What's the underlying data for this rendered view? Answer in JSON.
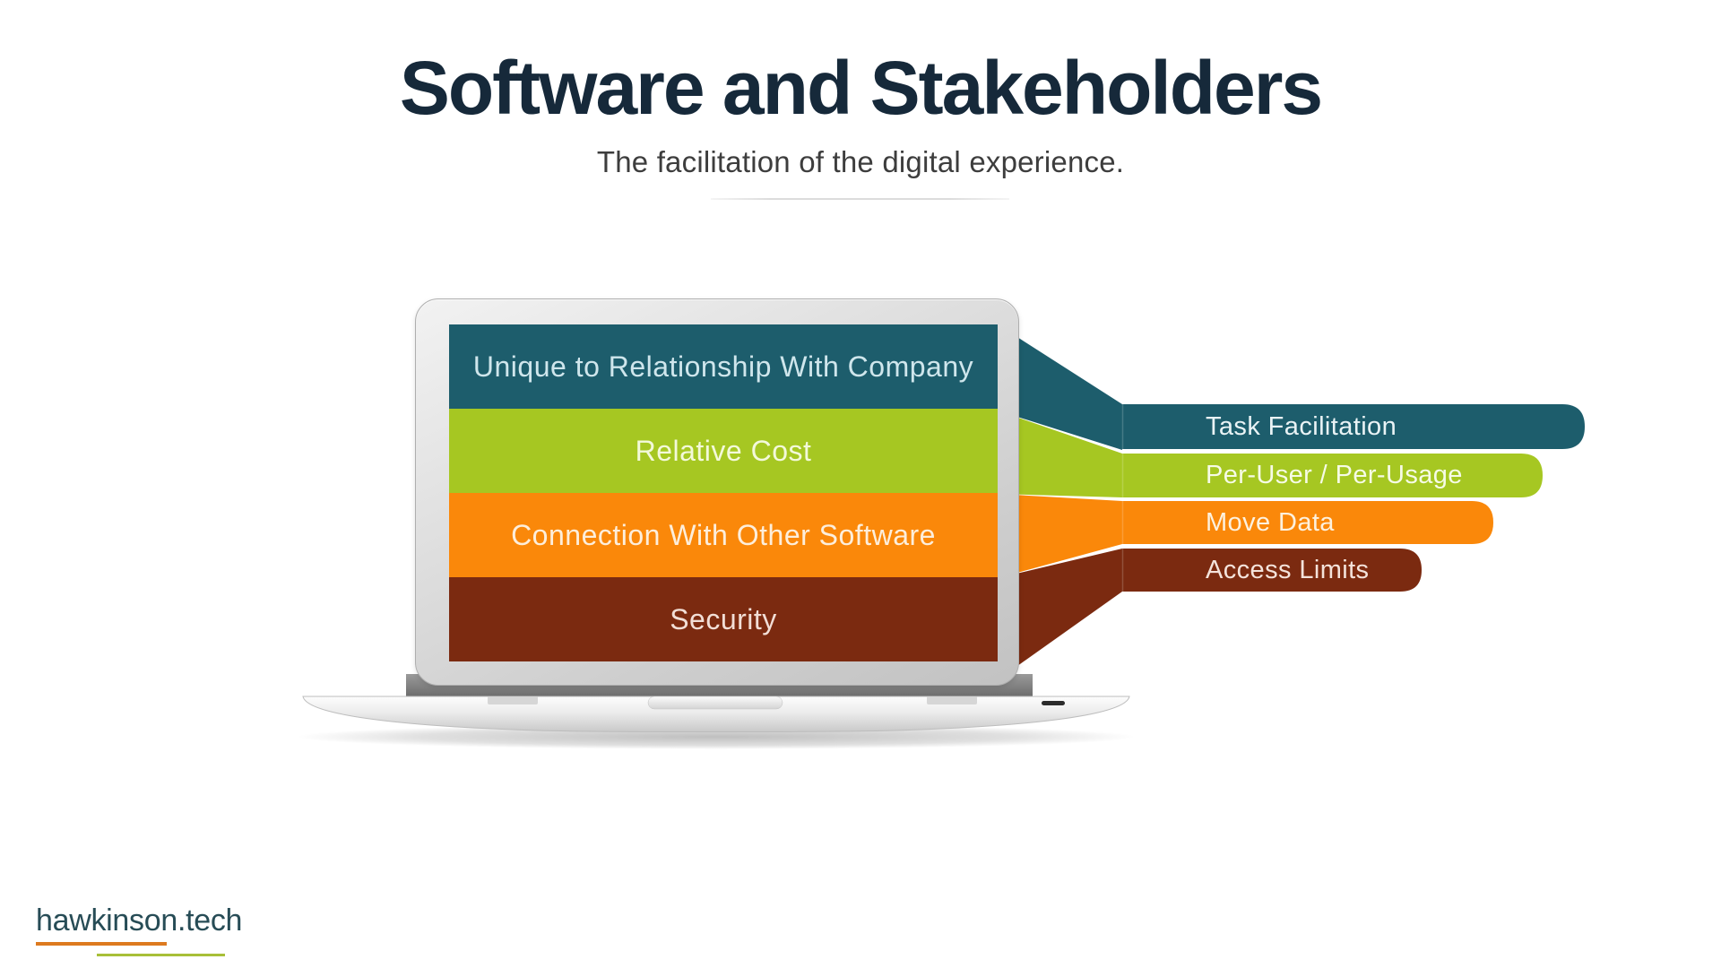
{
  "slide": {
    "title": "Software and Stakeholders",
    "subtitle": "The facilitation of the digital experience.",
    "background_color": "#ffffff",
    "title_color": "#16293a"
  },
  "laptop_screen": {
    "rows": [
      {
        "label": "Unique to Relationship With Company",
        "color": "#1d5d6c"
      },
      {
        "label": "Relative Cost",
        "color": "#a6c722"
      },
      {
        "label": "Connection With Other Software",
        "color": "#fa880a"
      },
      {
        "label": "Security",
        "color": "#7b2a10"
      }
    ]
  },
  "callout_bars": [
    {
      "label": "Task Facilitation",
      "color": "#1d5d6c"
    },
    {
      "label": "Per-User / Per-Usage",
      "color": "#a6c722"
    },
    {
      "label": "Move Data",
      "color": "#fa880a"
    },
    {
      "label": "Access Limits",
      "color": "#7b2a10"
    }
  ],
  "footer": {
    "brand": "hawkinson.tech",
    "brand_color": "#274c56",
    "underline_colors": [
      "#dd7a1f",
      "#a8bf38"
    ]
  }
}
